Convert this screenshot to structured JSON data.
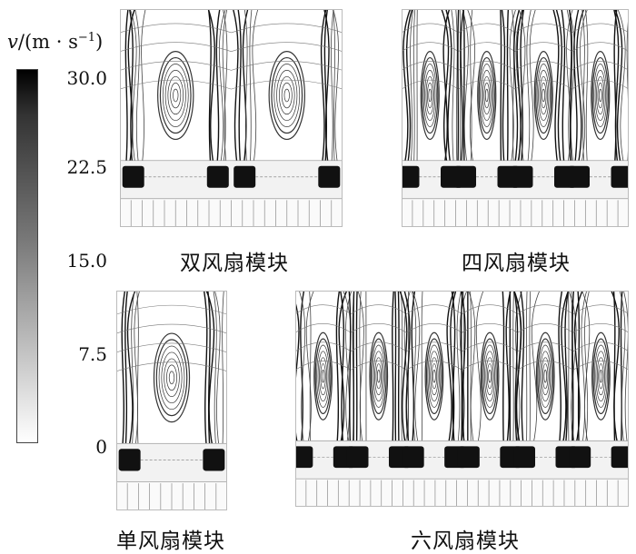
{
  "colorbar": {
    "unit_symbol": "v",
    "unit_text": "/(m · s",
    "unit_sup": "−1",
    "unit_close": ")",
    "ticks": [
      "30.0",
      "22.5",
      "15.0",
      "7.5",
      "0"
    ],
    "max_color": "#000000",
    "min_color": "#ffffff"
  },
  "panels": {
    "double": {
      "caption": "双风扇模块",
      "fans": 2
    },
    "quad": {
      "caption": "四风扇模块",
      "fans": 4
    },
    "single": {
      "caption": "单风扇模块",
      "fans": 1
    },
    "six": {
      "caption": "六风扇模块",
      "fans": 6
    }
  }
}
